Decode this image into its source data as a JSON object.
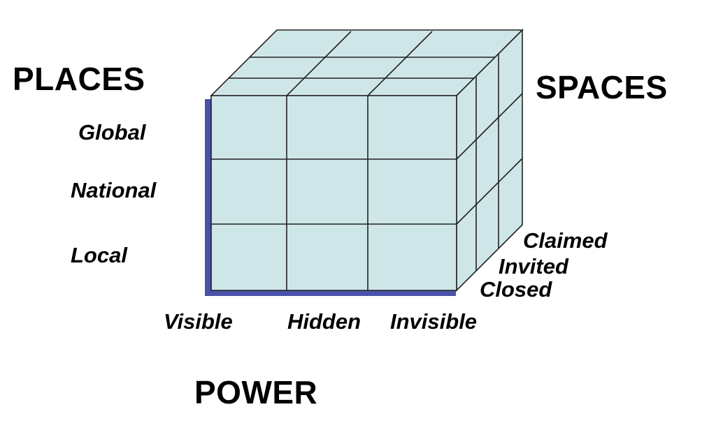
{
  "colors": {
    "face": "#cfe6e9",
    "edge": "#222222",
    "accent": "#4a52a8"
  },
  "titles": {
    "places": "PLACES",
    "spaces": "SPACES",
    "power": "POWER"
  },
  "places_levels": [
    "Global",
    "National",
    "Local"
  ],
  "power_forms": [
    "Visible",
    "Hidden",
    "Invisible"
  ],
  "spaces_types": [
    "Claimed",
    "Invited",
    "Closed"
  ]
}
